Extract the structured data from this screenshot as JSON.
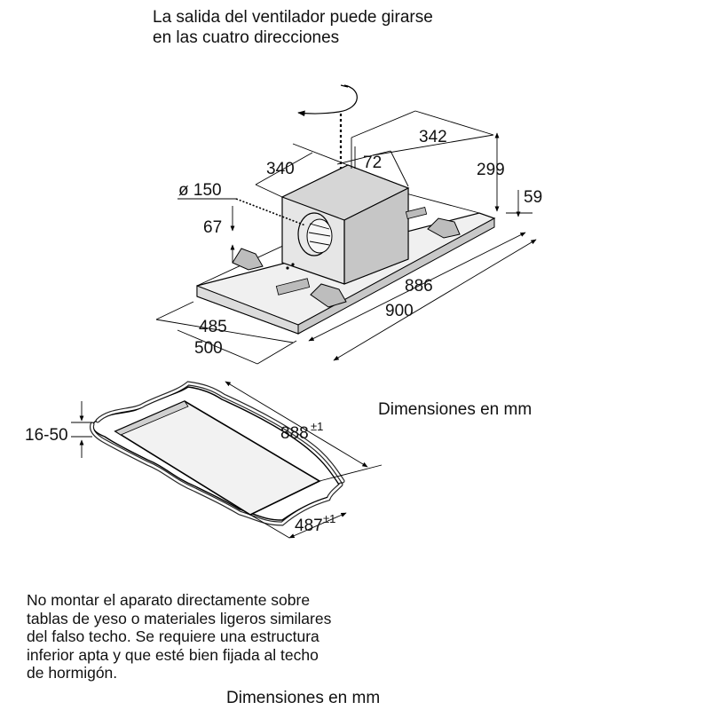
{
  "header": {
    "line1": "La salida del ventilador puede girarse",
    "line2": "en las cuatro direcciones"
  },
  "hood": {
    "dims": {
      "d342": "342",
      "d299": "299",
      "d59": "59",
      "d72": "72",
      "d340": "340",
      "d150": "ø 150",
      "d67": "67",
      "d886": "886",
      "d900": "900",
      "d485": "485",
      "d500": "500"
    }
  },
  "dimensions_label_mid": "Dimensiones en mm",
  "cutout": {
    "height_range": "16-50",
    "length": "888",
    "length_tol": "±1",
    "width": "487",
    "width_tol": "±1"
  },
  "note_lines": [
    "No montar el aparato directamente sobre",
    "tablas de yeso o materiales ligeros similares",
    "del falso techo. Se requiere una estructura",
    "inferior apta y que esté bien fijada al techo",
    "de hormigón."
  ],
  "footer": "Dimensiones en mm"
}
